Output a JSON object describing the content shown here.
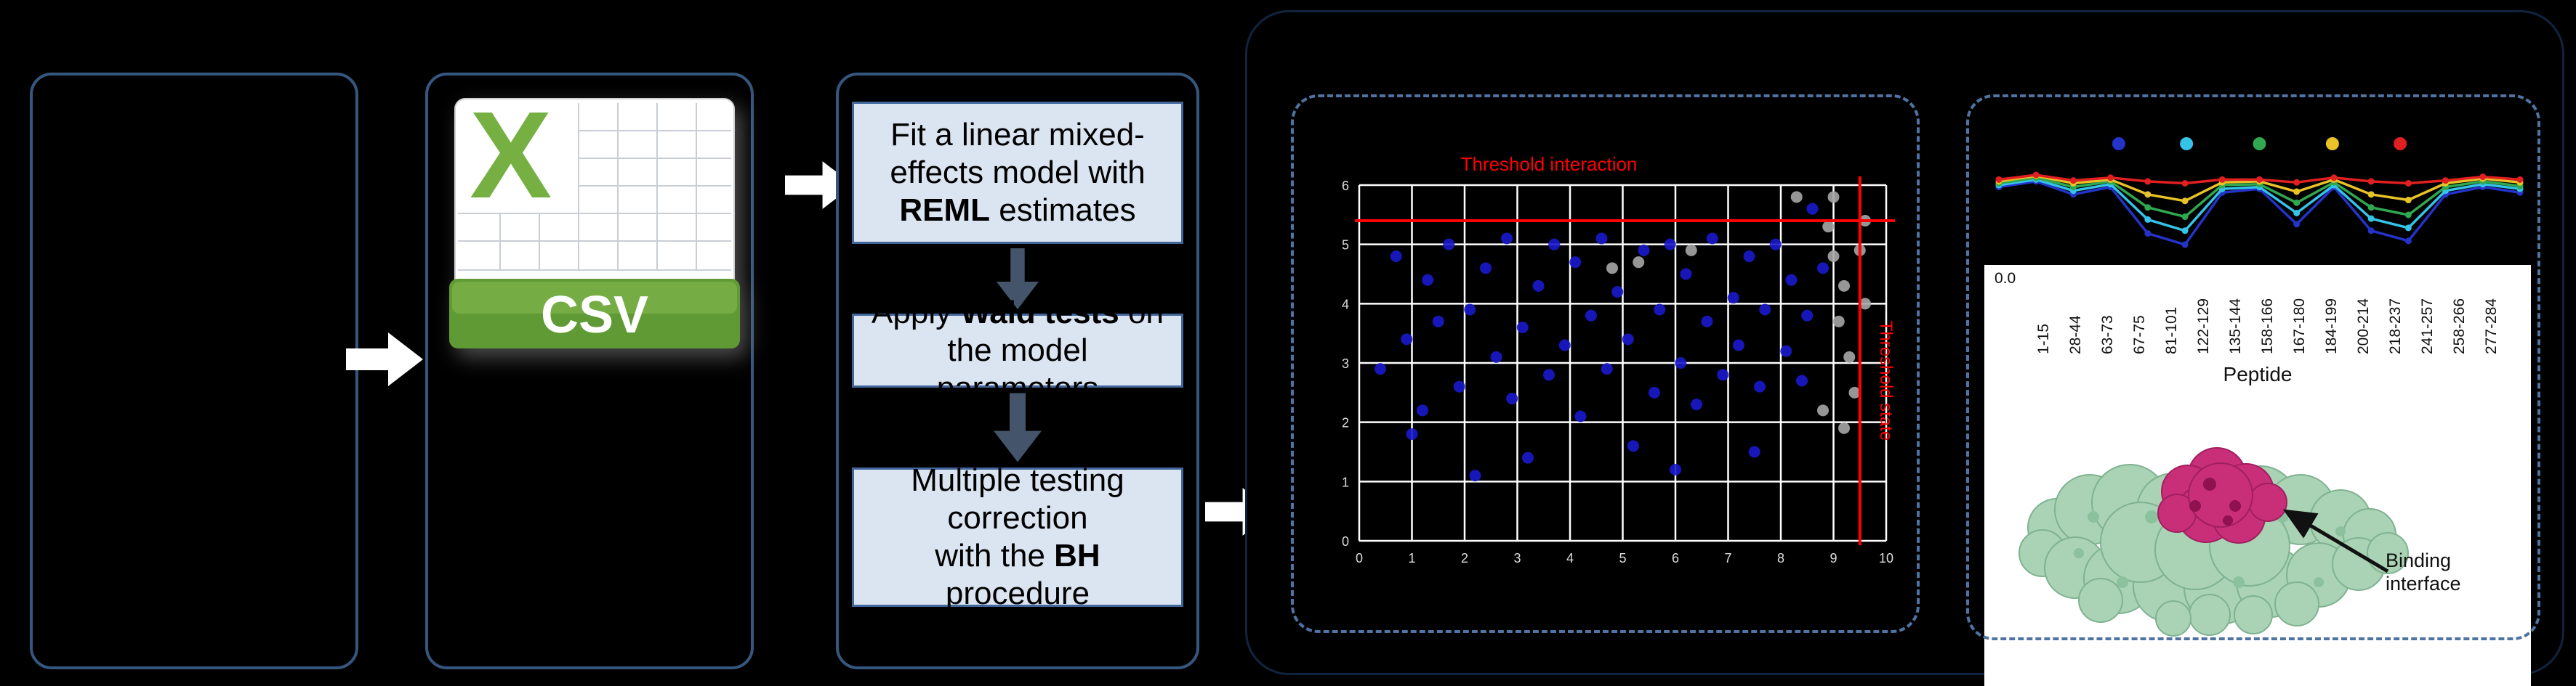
{
  "diagram": {
    "csv_icon": {
      "letter": "X",
      "label": "CSV"
    },
    "steps": [
      {
        "pre": "Fit a linear mixed-effects model with ",
        "bold": "REML",
        "post": " estimates"
      },
      {
        "pre": "Apply ",
        "bold": "Wald tests",
        "post": " on the model parameters"
      },
      {
        "pre": "Multiple testing correction\nwith the ",
        "bold": "BH",
        "post": " procedure"
      }
    ]
  },
  "output_panel": {
    "binding_interface_label": "Binding\ninterface"
  },
  "colors": {
    "panel_border": "#35577f",
    "dashed_border": "#4f74a3",
    "step_box_fill": "#dbe5f1",
    "step_box_border": "#41669c",
    "flow_arrow": "#ffffff",
    "down_arrow": "#44546a",
    "csv_green": "#76b043",
    "threshold_red": "#ff0000"
  },
  "chart_data": [
    {
      "type": "scatter",
      "title": "",
      "xlim": [
        0,
        10
      ],
      "ylim": [
        0,
        6
      ],
      "x_ticks": [
        0,
        1,
        2,
        3,
        4,
        5,
        6,
        7,
        8,
        9,
        10
      ],
      "y_ticks": [
        0,
        1,
        2,
        3,
        4,
        5,
        6
      ],
      "grid": true,
      "background": "#000000",
      "grid_color": "#ffffff",
      "thresholds": {
        "horizontal": {
          "y": 5.4,
          "label": "Threshold interaction",
          "color": "#ff0000"
        },
        "vertical": {
          "x": 9.5,
          "label": "Threshold state",
          "color": "#ff0000"
        }
      },
      "series": [
        {
          "name": "blue-points",
          "color": "#1a1acd",
          "points": [
            [
              0.4,
              2.9
            ],
            [
              0.7,
              4.8
            ],
            [
              0.9,
              3.4
            ],
            [
              1.2,
              2.2
            ],
            [
              1.3,
              4.4
            ],
            [
              1.5,
              3.7
            ],
            [
              1.7,
              5.0
            ],
            [
              1.9,
              2.6
            ],
            [
              2.1,
              3.9
            ],
            [
              2.2,
              1.1
            ],
            [
              2.4,
              4.6
            ],
            [
              2.6,
              3.1
            ],
            [
              2.8,
              5.1
            ],
            [
              2.9,
              2.4
            ],
            [
              3.1,
              3.6
            ],
            [
              3.2,
              1.4
            ],
            [
              3.4,
              4.3
            ],
            [
              3.6,
              2.8
            ],
            [
              3.7,
              5.0
            ],
            [
              3.9,
              3.3
            ],
            [
              4.1,
              4.7
            ],
            [
              4.2,
              2.1
            ],
            [
              4.4,
              3.8
            ],
            [
              4.6,
              5.1
            ],
            [
              4.7,
              2.9
            ],
            [
              4.9,
              4.2
            ],
            [
              5.1,
              3.4
            ],
            [
              5.2,
              1.6
            ],
            [
              5.4,
              4.9
            ],
            [
              5.6,
              2.5
            ],
            [
              5.7,
              3.9
            ],
            [
              5.9,
              5.0
            ],
            [
              6.1,
              3.0
            ],
            [
              6.2,
              4.5
            ],
            [
              6.4,
              2.3
            ],
            [
              6.6,
              3.7
            ],
            [
              6.7,
              5.1
            ],
            [
              6.9,
              2.8
            ],
            [
              7.1,
              4.1
            ],
            [
              7.2,
              3.3
            ],
            [
              7.4,
              4.8
            ],
            [
              7.6,
              2.6
            ],
            [
              7.7,
              3.9
            ],
            [
              7.9,
              5.0
            ],
            [
              8.1,
              3.2
            ],
            [
              8.2,
              4.4
            ],
            [
              8.4,
              2.7
            ],
            [
              8.5,
              3.8
            ],
            [
              8.6,
              5.6
            ],
            [
              8.8,
              4.6
            ],
            [
              1.0,
              1.8
            ],
            [
              6.0,
              1.2
            ],
            [
              7.5,
              1.5
            ]
          ]
        },
        {
          "name": "gray-points",
          "color": "#a6a6a6",
          "points": [
            [
              5.3,
              4.7
            ],
            [
              6.3,
              4.9
            ],
            [
              4.8,
              4.6
            ],
            [
              8.3,
              5.8
            ],
            [
              8.9,
              5.3
            ],
            [
              9.0,
              4.8
            ],
            [
              9.2,
              4.3
            ],
            [
              9.1,
              3.7
            ],
            [
              9.3,
              3.1
            ],
            [
              9.4,
              2.5
            ],
            [
              9.2,
              1.9
            ],
            [
              9.5,
              4.9
            ],
            [
              9.6,
              4.0
            ],
            [
              9.0,
              5.8
            ],
            [
              9.6,
              5.4
            ],
            [
              8.8,
              2.2
            ]
          ]
        }
      ]
    },
    {
      "type": "line",
      "categories": [
        "1-15",
        "28-44",
        "63-73",
        "67-75",
        "81-101",
        "122-129",
        "135-144",
        "158-166",
        "167-180",
        "184-199",
        "200-214",
        "218-237",
        "241-257",
        "258-266",
        "277-284"
      ],
      "ylim": [
        0,
        1
      ],
      "xlabel": "Peptide",
      "y_tick_labels": [
        "0.0"
      ],
      "legend_dot_colors": [
        "#2433c8",
        "#35c3e8",
        "#2fa84f",
        "#e8c227",
        "#e02020"
      ],
      "series": [
        {
          "name": "blue",
          "color": "#2433c8",
          "values": [
            0.8,
            0.86,
            0.72,
            0.8,
            0.3,
            0.18,
            0.74,
            0.78,
            0.4,
            0.8,
            0.33,
            0.22,
            0.72,
            0.8,
            0.74
          ]
        },
        {
          "name": "cyan",
          "color": "#35c3e8",
          "values": [
            0.82,
            0.88,
            0.76,
            0.83,
            0.45,
            0.33,
            0.78,
            0.8,
            0.52,
            0.82,
            0.46,
            0.36,
            0.76,
            0.83,
            0.78
          ]
        },
        {
          "name": "green",
          "color": "#2fa84f",
          "values": [
            0.84,
            0.9,
            0.8,
            0.86,
            0.58,
            0.48,
            0.82,
            0.83,
            0.63,
            0.85,
            0.58,
            0.5,
            0.8,
            0.86,
            0.81
          ]
        },
        {
          "name": "yellow",
          "color": "#e8c227",
          "values": [
            0.86,
            0.92,
            0.84,
            0.88,
            0.72,
            0.65,
            0.85,
            0.86,
            0.75,
            0.88,
            0.72,
            0.66,
            0.84,
            0.89,
            0.85
          ]
        },
        {
          "name": "red",
          "color": "#e02020",
          "values": [
            0.88,
            0.93,
            0.87,
            0.9,
            0.86,
            0.84,
            0.88,
            0.88,
            0.85,
            0.9,
            0.86,
            0.84,
            0.87,
            0.91,
            0.88
          ]
        }
      ]
    }
  ]
}
